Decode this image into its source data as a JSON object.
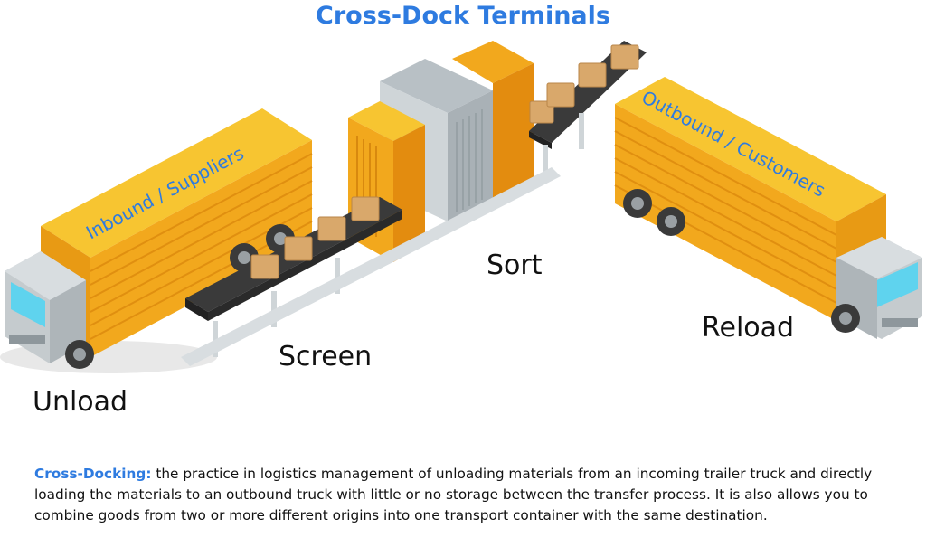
{
  "title": "Cross-Dock Terminals",
  "trucks": {
    "inbound": "Inbound / Suppliers",
    "outbound": "Outbound / Customers"
  },
  "stages": {
    "unload": "Unload",
    "screen": "Screen",
    "sort": "Sort",
    "reload": "Reload"
  },
  "definition": {
    "term": "Cross-Docking:",
    "text": " the practice in logistics management of unloading materials from an incoming trailer truck and directly loading the materials to an outbound truck with little or no storage between the transfer process. It is also allows you to combine goods from two or more different origins into one transport container with the same destination."
  },
  "colors": {
    "accent": "#2e7be0",
    "trailer_top": "#f7c531",
    "trailer_side": "#f2a81d",
    "conveyor": "#3a3a3a",
    "box": "#d9a86b"
  }
}
